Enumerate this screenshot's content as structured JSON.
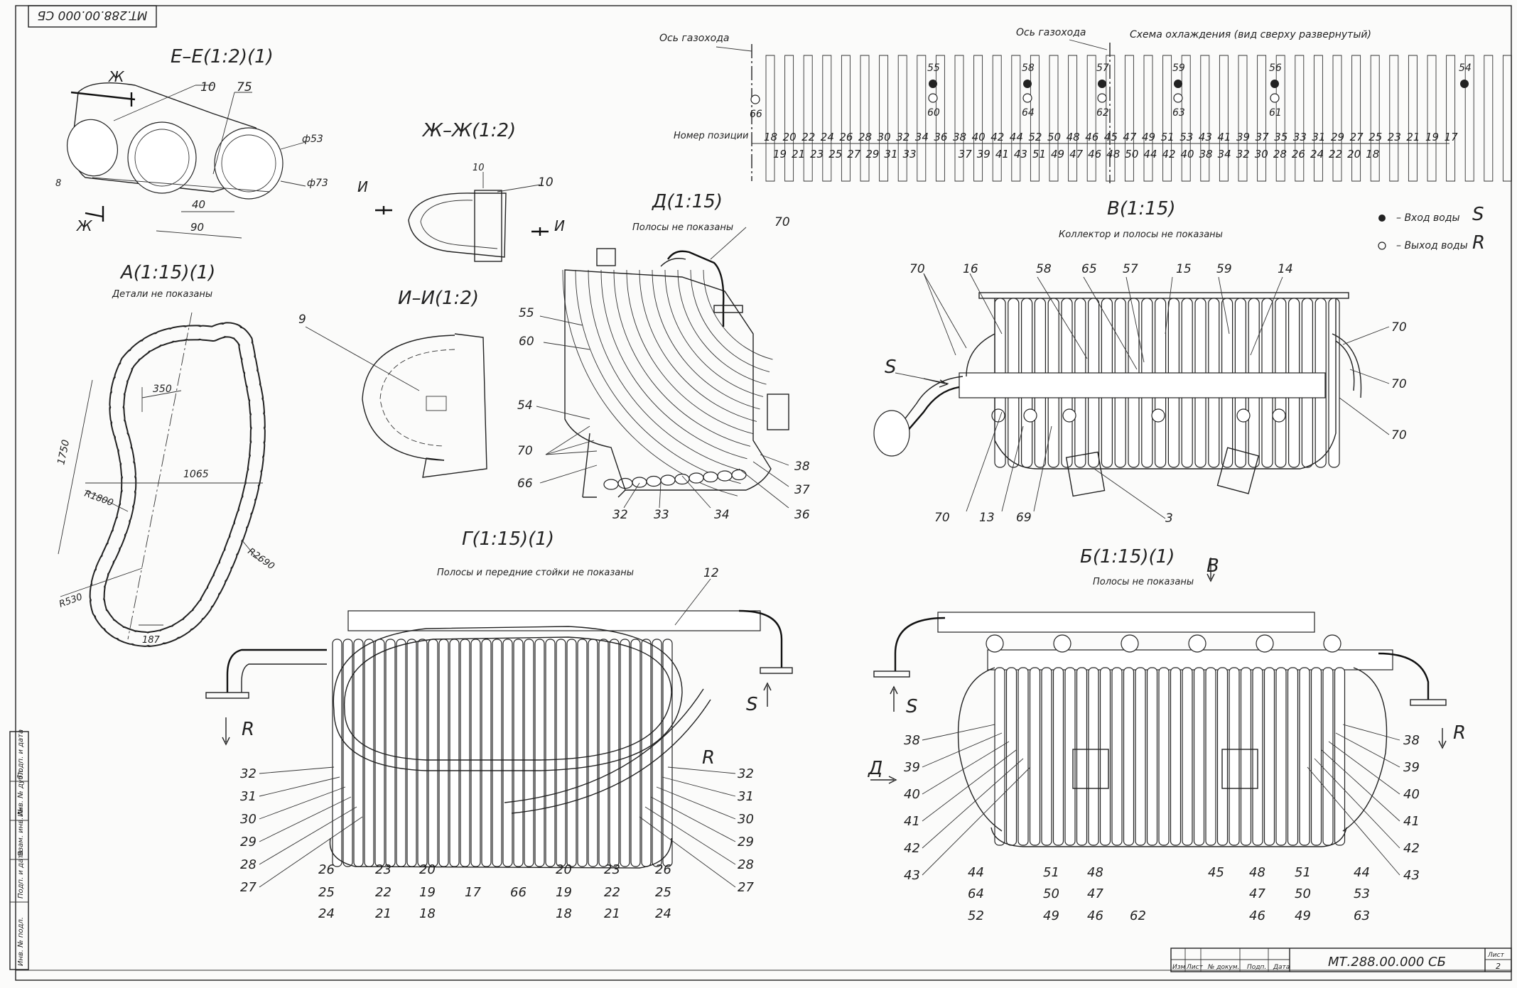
{
  "stamp": "MT.288.00.000 СБ",
  "title_block": {
    "code": "МТ.288.00.000 СБ",
    "cols": [
      "Изм",
      "Лист",
      "№ докум.",
      "Подп.",
      "Дата"
    ],
    "sheet_label": "Лист",
    "sheet_num": "2"
  },
  "side_strip": [
    "Инв. № подл.",
    "Подп. и дата",
    "Взам. инв. №",
    "Инв. № дубл.",
    "Подп. и дата"
  ],
  "views": {
    "ee": {
      "title": "Е–Е(1:2)(1)",
      "labels": [
        "Ж",
        "Ж",
        "10",
        "75",
        "ф53",
        "ф73",
        "8",
        "40",
        "90"
      ]
    },
    "zhzh": {
      "title": "Ж–Ж(1:2)",
      "labels": [
        "И",
        "И",
        "10",
        "10"
      ]
    },
    "ii": {
      "title": "И–И(1:2)",
      "labels": [
        "9"
      ]
    },
    "a": {
      "title": "А(1:15)(1)",
      "note": "Детали не показаны",
      "labels": [
        "350",
        "1065",
        "1750",
        "R1800",
        "R2690",
        "R530",
        "187"
      ]
    },
    "d": {
      "title": "Д(1:15)",
      "note": "Полосы не показаны",
      "labels": [
        "70",
        "55",
        "60",
        "54",
        "70",
        "66",
        "32",
        "33",
        "34",
        "36",
        "37",
        "38"
      ]
    },
    "v": {
      "title": "В(1:15)",
      "note": "Коллектор и полосы не показаны",
      "top_labels": [
        "70",
        "16",
        "58",
        "65",
        "57",
        "15",
        "59",
        "14"
      ],
      "right_labels": [
        "70",
        "70",
        "70"
      ],
      "bottom_labels": [
        "70",
        "13",
        "69",
        "3"
      ],
      "s": "S"
    },
    "g": {
      "title": "Г(1:15)(1)",
      "note": "Полосы и передние стойки не показаны",
      "labels_top": [
        "12"
      ],
      "r1": "R",
      "s": "S",
      "r2": "R",
      "left_labels": [
        "32",
        "31",
        "30",
        "29",
        "28",
        "27"
      ],
      "right_labels": [
        "32",
        "31",
        "30",
        "29",
        "28",
        "27"
      ],
      "bottom_row1": [
        "26",
        "23",
        "20",
        "20",
        "23",
        "26"
      ],
      "bottom_row2": [
        "25",
        "22",
        "19",
        "17",
        "66",
        "19",
        "22",
        "25"
      ],
      "bottom_row3": [
        "24",
        "21",
        "18",
        "18",
        "21",
        "24"
      ]
    },
    "b": {
      "title": "Б(1:15)(1)",
      "note": "Полосы не показаны",
      "arrow": "В",
      "s": "S",
      "r": "R",
      "d": "Д",
      "left_labels": [
        "38",
        "39",
        "40",
        "41",
        "42",
        "43"
      ],
      "right_labels": [
        "38",
        "39",
        "40",
        "41",
        "42",
        "43"
      ],
      "bottom_row1": [
        "44",
        "51",
        "48",
        "45",
        "48",
        "51",
        "44"
      ],
      "bottom_row2": [
        "64",
        "50",
        "47",
        "47",
        "50",
        "53"
      ],
      "bottom_row3": [
        "52",
        "49",
        "46",
        "62",
        "46",
        "49",
        "63"
      ]
    }
  },
  "cooling_scheme": {
    "title": "Схема охлаждения (вид сверху развернутый)",
    "axis1": "Ось газохода",
    "axis2": "Ось газохода",
    "row_label": "Номер позиции",
    "upper": [
      "18",
      "20",
      "22",
      "24",
      "26",
      "28",
      "30",
      "32",
      "34",
      "36",
      "38",
      "40",
      "42",
      "44",
      "52",
      "50",
      "48",
      "46",
      "45",
      "47",
      "49",
      "51",
      "53",
      "43",
      "41",
      "39",
      "37",
      "35",
      "33",
      "31",
      "29",
      "27",
      "25",
      "23",
      "21",
      "19",
      "17"
    ],
    "lower": [
      "19",
      "21",
      "23",
      "25",
      "27",
      "29",
      "31",
      "33",
      "37",
      "39",
      "41",
      "43",
      "51",
      "49",
      "47",
      "46",
      "48",
      "50",
      "44",
      "42",
      "40",
      "38",
      "34",
      "32",
      "30",
      "28",
      "26",
      "24",
      "22",
      "20",
      "18"
    ],
    "inlets": [
      "55",
      "58",
      "57",
      "59",
      "56",
      "54"
    ],
    "outlets": [
      "66",
      "60",
      "64",
      "62",
      "63",
      "61"
    ],
    "legend_in": "– Вход воды",
    "legend_out": "– Выход воды",
    "legend_s": "S",
    "legend_r": "R"
  }
}
